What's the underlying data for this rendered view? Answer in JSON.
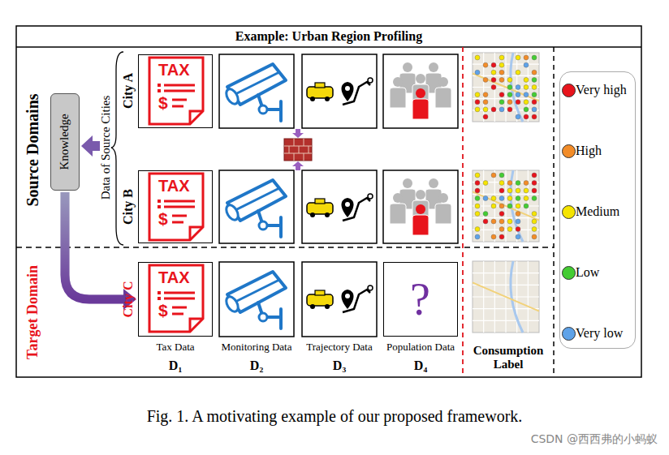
{
  "diagram": {
    "title": "Example: Urban Region Profiling",
    "caption": "Fig. 1. A motivating example of our proposed framework.",
    "nodes": [
      {
        "text": [
          "Knowledge"
        ]
      },
      {
        "text": [
          "TAX",
          "$"
        ]
      },
      {
        "text": [
          "TAX",
          "$"
        ]
      },
      {
        "text": [
          "TAX",
          "$"
        ]
      },
      {
        "text": [
          "?"
        ]
      }
    ],
    "edges": [
      {
        "from": 0,
        "to": 3,
        "arrow": "to"
      }
    ],
    "labels": [
      "Source Domains",
      "Target Domain",
      "Data of Source Cities",
      "City A",
      "City B",
      "City C",
      "Tax Data",
      "Monitoring Data",
      "Trajectory Data",
      "Population Data",
      "D₁",
      "D₂",
      "D₃",
      "D₄",
      "Consumption Label",
      "CSDN @西西弗的小蚂蚁"
    ],
    "legend": [
      {
        "text": "Very high",
        "color": "#e8141c"
      },
      {
        "text": "High",
        "color": "#f28c28"
      },
      {
        "text": "Medium",
        "color": "#f5e400"
      },
      {
        "text": "Low",
        "color": "#44cc33"
      },
      {
        "text": "Very low",
        "color": "#5ea2e8"
      }
    ]
  }
}
